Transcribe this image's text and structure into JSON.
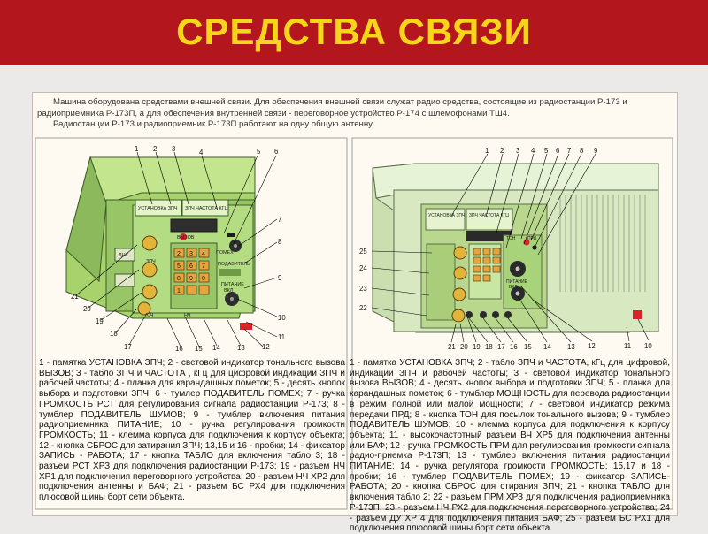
{
  "header": {
    "title": "СРЕДСТВА СВЯЗИ",
    "bg_color": "#b3171d",
    "title_color": "#f7d51b"
  },
  "intro": {
    "p1": "Машина оборудована средствами внешней связи. Для обеспечения внешней связи служат радио средства, состоящие из радиостанции Р-173 и радиоприемника Р-173П, а для обеспечения внутренней связи - переговорное устройство Р-174 с шлемофонами ТШ4.",
    "p2": "Радиостанции Р-173 и радиоприемник Р-173П работают на одну общую антенну."
  },
  "left_device": {
    "panel_labels": [
      "УСТАНОВКА ЗПЧ",
      "ЗПЧ ЧАСТОТА КГЦ"
    ],
    "small_labels": [
      "ВЫЗОВ",
      "ПОМЕХ",
      "ПОДАВИТЕЛЬ",
      "ПИТАНИЕ",
      "ВКЛ",
      "ЗПЧ",
      "ДНС",
      "СЧ",
      "НЧ"
    ],
    "callouts_top": [
      "1",
      "2",
      "3",
      "4",
      "5",
      "6"
    ],
    "callouts_right": [
      "7",
      "8",
      "9",
      "10",
      "11",
      "12"
    ],
    "callouts_bottom": [
      "13",
      "14",
      "15",
      "16",
      "17",
      "18"
    ],
    "callouts_left": [
      "19",
      "20",
      "21"
    ],
    "keypad": [
      "2",
      "3",
      "4",
      "5",
      "6",
      "7",
      "8",
      "9",
      "0",
      "1",
      "",
      ""
    ],
    "description": "1 - памятка УСТАНОВКА ЗПЧ; 2 - световой индикатор тонального вызова ВЫЗОВ; 3 - табло ЗПЧ и ЧАСТОТА , кГц для цифровой индикации ЗПЧ и рабочей частоты; 4 - планка для карандашных пометок; 5 - десять кнопок выбора и подготовки ЗПЧ; 6 - тумлер ПОДАВИТЕЛЬ ПОМЕХ; 7 - ручка ГРОМКОСТЬ РСТ для регулирования сигнала радиостанции Р-173; 8 - тумблер ПОДАВИТЕЛЬ ШУМОВ; 9 - тумблер включения питания радиоприемника ПИТАНИЕ; 10 - ручка регулирования громкости ГРОМКОСТЬ; 11 - клемма корпуса для подключения к корпусу объекта; 12 - кнопка СБРОС для затирания ЗПЧ; 13,15 и 16 - пробки; 14 - фиксатор ЗАПИСЬ - РАБОТА; 17 - кнопка ТАБЛО для включения табло 3; 18 - разъем РСТ ХРЗ для подключения радиостанции Р-173; 19 - разъем НЧ ХР1 для подключения переговорного устройства; 20 - разъем НЧ ХР2 для подключения антенны и БАФ; 21 - разъем БС РХ4 для подключения плюсовой шины борт сети объекта."
  },
  "right_device": {
    "panel_labels": [
      "УСТАНОВКА ЗПЧ",
      "ЗПЧ ЧАСТОТА КГЦ"
    ],
    "small_labels": [
      "ТОН",
      "ПРД",
      "ПИТАНИЕ",
      "ВКЛ"
    ],
    "callouts_top": [
      "1",
      "2",
      "3",
      "4",
      "5",
      "6",
      "7",
      "8",
      "9"
    ],
    "callouts_bottom": [
      "10",
      "11",
      "12",
      "13",
      "14",
      "15",
      "16",
      "17",
      "18",
      "19",
      "20",
      "21"
    ],
    "callouts_left": [
      "22",
      "23",
      "24",
      "25"
    ],
    "description": "1 - памятка УСТАНОВКА ЗПЧ; 2 - табло ЗПЧ и ЧАСТОТА, кГц для цифровой, индикации ЗПЧ и рабочей частоты; 3 - световой индикатор тонального вызова ВЫЗОВ; 4 - десять кнопок выбора и подготовки ЗПЧ; 5 - планка для карандашных пометок; 6 - тумблер МОЩНОСТЬ для перевода радиостанции в режим полной или малой мощности; 7 - световой индикатор режима передачи ПРД; 8 - кнопка ТОН для посылок тонального вызова; 9 - тумблер ПОДАВИТЕЛЬ ШУМОВ; 10 - клемма корпуса для подключения к корпусу объекта; 11 - высокочастотный разъем ВЧ ХР5 для подключения антенны или БАФ; 12 - ручка ГРОМКОСТЬ ПРМ для регулирования громкости сигнала радио-приемка Р-173П; 13 - тумблер включения питания радиостанции ПИТАНИЕ; 14 - ручка регулятора громкости ГРОМКОСТЬ; 15,17 и 18 - пробки; 16 - тумблер ПОДАВИТЕЛЬ ПОМЕХ; 19 - фиксатор ЗАПИСЬ-РАБОТА; 20 - кнопка СБРОС для стирания ЗПЧ; 21 - кнопка ТАБЛО для включения табло 2; 22 - разъем ПРМ ХРЗ для подключения радиоприемника Р-173П; 23 - разъем НЧ РХ2 для подключения переговорного устройства; 24 - разъем ДУ ХР 4 для подключения питания БАФ; 25 - разъем БС РХ1 для подключения плюсовой шины борт сети объекта."
  }
}
